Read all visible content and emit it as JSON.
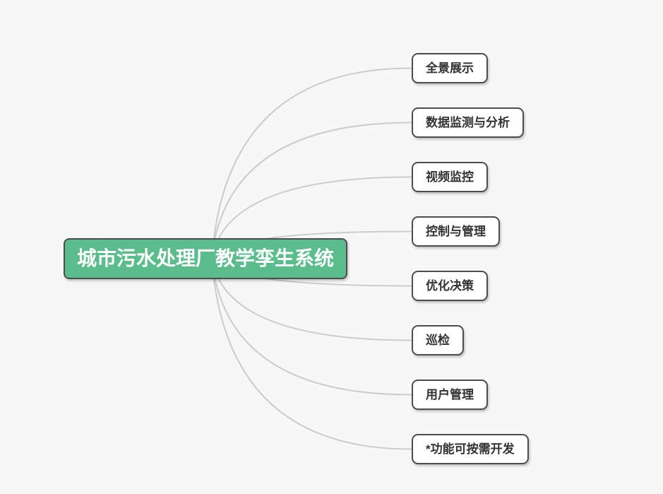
{
  "mindmap": {
    "root": {
      "label": "城市污水处理厂教学孪生系统"
    },
    "branches": [
      {
        "label": "全景展示"
      },
      {
        "label": "数据监测与分析"
      },
      {
        "label": "视频监控"
      },
      {
        "label": "控制与管理"
      },
      {
        "label": "优化决策"
      },
      {
        "label": "巡检"
      },
      {
        "label": "用户管理"
      },
      {
        "label": "*功能可按需开发"
      }
    ]
  },
  "colors": {
    "background": "#f7f7f7",
    "root_fill": "#5abd8b",
    "root_text": "#ffffff",
    "node_fill": "#ffffff",
    "node_text": "#333333",
    "node_border": "#4d4d4d",
    "connector": "#cccccc"
  }
}
